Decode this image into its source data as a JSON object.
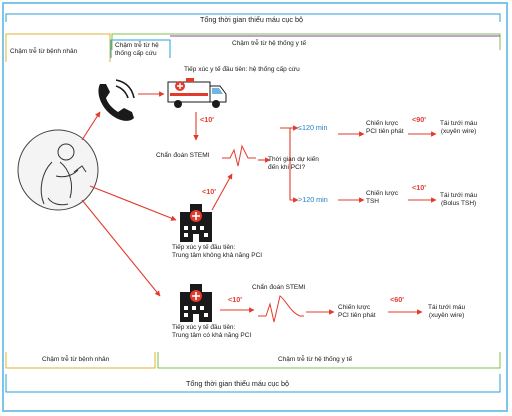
{
  "top": {
    "total_ischemia": "Tổng thời gian thiếu máu cục bộ",
    "patient_delay": "Chậm trễ từ bệnh nhân",
    "ems_delay": "Chậm trễ từ hệ thống cấp cứu",
    "system_delay": "Chậm trễ từ hệ thống y tế"
  },
  "bottom": {
    "patient_delay": "Chậm trễ từ bệnh nhân",
    "system_delay": "Chậm trễ từ hệ thống y tế",
    "total_ischemia": "Tổng thời gian thiếu máu cục bộ"
  },
  "ems": {
    "contact_label": "Tiếp xúc y tế đầu tiên: hệ thống cấp cứu",
    "time": "<10'"
  },
  "stemi1": {
    "label": "Chẩn đoán STEMI",
    "time": "<10'"
  },
  "decision": {
    "question": "Thời gian dự kiến\nđến khi PCI?",
    "opt_fast": "≤120 min",
    "opt_slow": ">120 min"
  },
  "path_pci": {
    "strategy": "Chiến lược\nPCI tiên phát",
    "time": "<90'",
    "outcome": "Tái tưới máu\n(xuyên wire)"
  },
  "path_tsh": {
    "strategy": "Chiến lược\nTSH",
    "time": "<10'",
    "outcome": "Tái tưới máu\n(Bolus TSH)"
  },
  "hospital_no_pci": {
    "label": "Tiếp xúc y tế đầu tiên:\nTrung tâm không khả năng PCI"
  },
  "hospital_pci": {
    "label": "Tiếp xúc y tế đầu tiên:\nTrung tâm có khả năng PCI",
    "time1": "<10'",
    "stemi": "Chẩn đoán STEMI",
    "strategy": "Chiến lược\nPCI tiên phát",
    "time2": "<60'",
    "outcome": "Tái tưới máu\n(xuyên wire)"
  },
  "colors": {
    "red": "#e23b2e",
    "blue": "#1f7fc8",
    "yellow": "#e0b030",
    "green": "#7cc24a",
    "purple": "#8e3fa8",
    "frame": "#7ec6e8"
  }
}
